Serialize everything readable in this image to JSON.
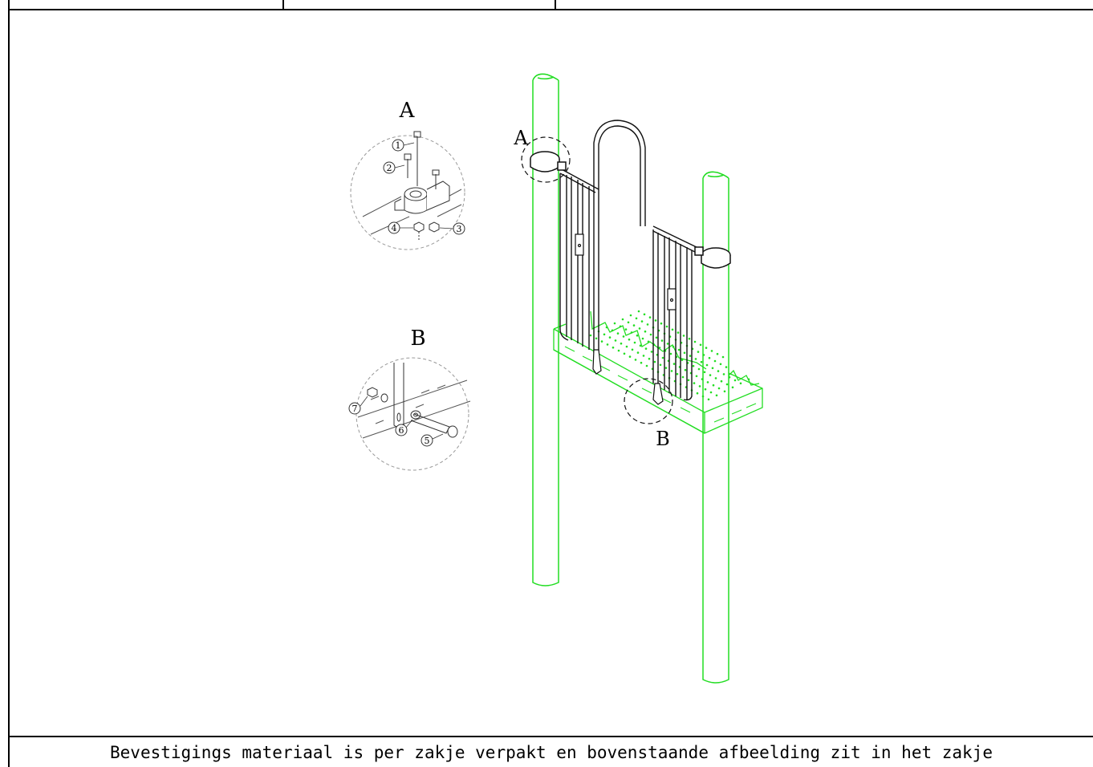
{
  "detail_a": {
    "title": "A",
    "parts": [
      "1",
      "2",
      "3",
      "4"
    ]
  },
  "detail_b": {
    "title": "B",
    "parts": [
      "5",
      "6",
      "7"
    ]
  },
  "main_view": {
    "label_a": "A",
    "label_b": "B"
  },
  "caption": "Bevestigings materiaal is per zakje verpakt en bovenstaande afbeelding zit in het zakje",
  "colors": {
    "line": "#000000",
    "post": "#22dd22",
    "detail_circle": "#999999"
  }
}
